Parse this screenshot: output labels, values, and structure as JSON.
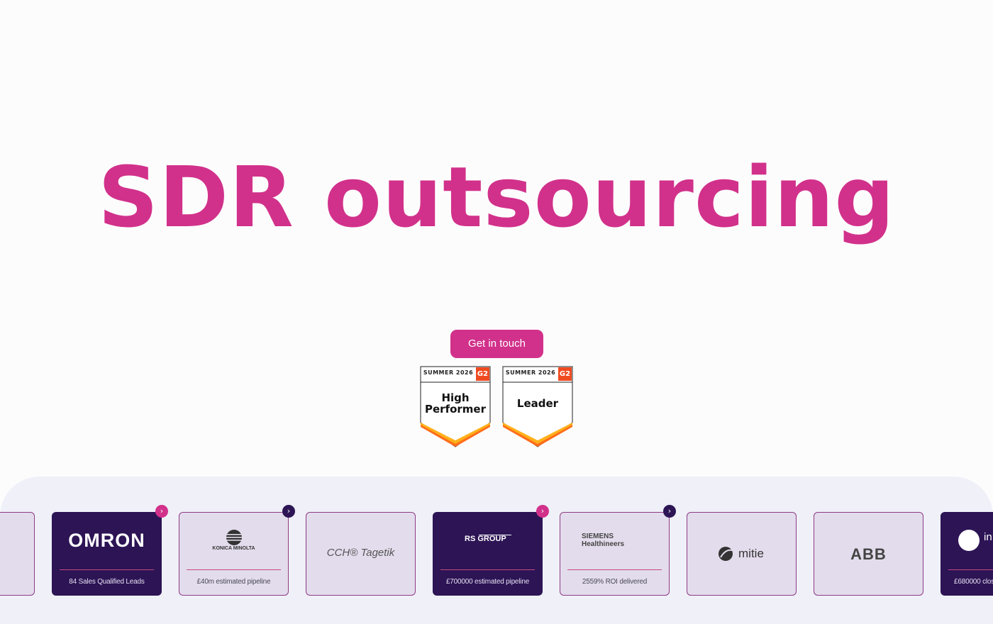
{
  "hero": {
    "title": "SDR outsourcing",
    "cta_label": "Get in touch"
  },
  "badges": [
    {
      "season": "SUMMER 2026",
      "title": "High Performer",
      "brand": "G2"
    },
    {
      "season": "SUMMER 2026",
      "title": "Leader",
      "brand": "G2"
    }
  ],
  "clients": [
    {
      "logo": "OMRON",
      "metric": "84 Sales Qualified Leads"
    },
    {
      "logo": "KONICA MINOLTA",
      "metric": "£40m estimated pipeline"
    },
    {
      "logo": "CCH® Tagetik",
      "metric": ""
    },
    {
      "logo": "RS GROUP",
      "metric": "£700000 estimated pipeline"
    },
    {
      "logo": "SIEMENS Healthineers",
      "metric": "2559% ROI delivered"
    },
    {
      "logo": "mitie",
      "metric": ""
    },
    {
      "logo": "ABB",
      "metric": ""
    },
    {
      "logo": "in GR",
      "metric": "£680000 clos"
    }
  ],
  "colors": {
    "brand_pink": "#d1318b",
    "dark_purple": "#2c1455",
    "card_light": "#e3dcec",
    "strip_bg": "#eff0f8"
  },
  "icons": {
    "arrow": "chevron-right-icon",
    "badge_logo": "g2-icon"
  }
}
